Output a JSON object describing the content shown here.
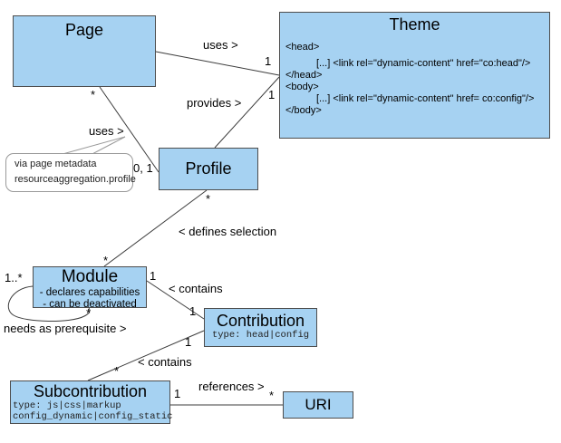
{
  "colors": {
    "box_fill": "#a6d2f2",
    "box_border": "#4d4d4d",
    "line": "#3c3c3c",
    "callout_border": "#999999"
  },
  "classes": {
    "page": {
      "title": "Page"
    },
    "theme": {
      "title": "Theme",
      "lines": [
        "<head>",
        "[...] <link rel=\"dynamic-content\" href=\"co:head\"/>",
        "</head>",
        "<body>",
        "[...] <link rel=\"dynamic-content\" href= co:config\"/>",
        "</body>"
      ]
    },
    "profile": {
      "title": "Profile"
    },
    "module": {
      "title": "Module",
      "attributes": [
        "- declares capabilities",
        "- can be deactivated"
      ]
    },
    "contribution": {
      "title": "Contribution",
      "type_line": "type: head|config"
    },
    "subcontribution": {
      "title": "Subcontribution",
      "type_lines": [
        "type: js|css|markup",
        "config_dynamic|config_static"
      ]
    },
    "uri": {
      "title": "URI"
    }
  },
  "edges": {
    "page_uses_theme": {
      "label": "uses >",
      "mult_theme": "1"
    },
    "profile_provides_theme": {
      "label": "provides >",
      "mult_theme": "1"
    },
    "page_uses_profile": {
      "label": "uses >",
      "mult_page": "*",
      "mult_profile": "0, 1"
    },
    "profile_defines_module": {
      "label": "< defines selection",
      "mult_profile": "*",
      "mult_module": "*"
    },
    "module_contains_contribution": {
      "label": "< contains",
      "mult_module": "1",
      "mult_contribution": "1"
    },
    "module_needs_module": {
      "label": "needs as prerequisite >",
      "mult_left": "1..*",
      "mult_right": "*"
    },
    "contribution_contains_sub": {
      "label": "< contains",
      "mult_contribution": "1",
      "mult_sub": "*"
    },
    "sub_references_uri": {
      "label": "references >",
      "mult_sub": "1",
      "mult_uri": "*"
    }
  },
  "callout": {
    "lines": [
      "via page metadata",
      "resourceaggregation.profile"
    ]
  }
}
